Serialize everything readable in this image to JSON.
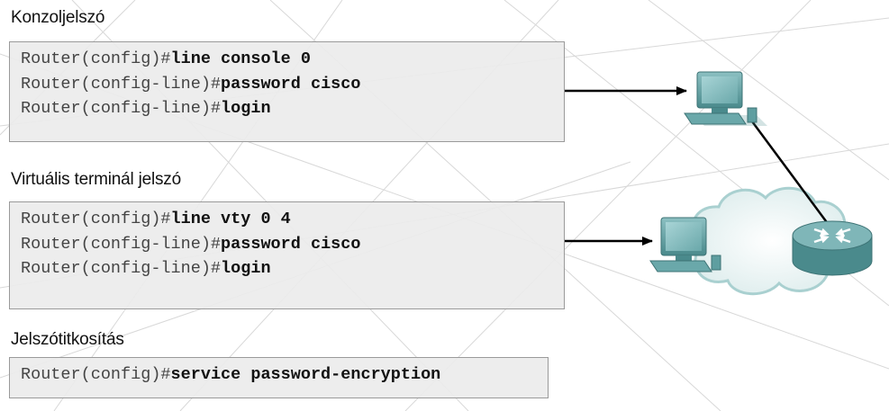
{
  "sections": [
    {
      "title": "Konzoljelszó",
      "lines": [
        {
          "prompt": "Router(config)#",
          "command": "line console 0"
        },
        {
          "prompt": "Router(config-line)#",
          "command": "password cisco"
        },
        {
          "prompt": "Router(config-line)#",
          "command": "login"
        }
      ]
    },
    {
      "title": "Virtuális terminál jelszó",
      "lines": [
        {
          "prompt": "Router(config)#",
          "command": "line vty 0 4"
        },
        {
          "prompt": "Router(config-line)#",
          "command": "password cisco"
        },
        {
          "prompt": "Router(config-line)#",
          "command": "login"
        }
      ]
    },
    {
      "title": "Jelszótitkosítás",
      "lines": [
        {
          "prompt": "Router(config)#",
          "command": "service password-encryption"
        }
      ]
    }
  ],
  "colors": {
    "device_teal": "#5e9ea0",
    "cloud_fill": "#eef6f6",
    "cloud_edge": "#a9d0d0",
    "box_fill": "#ececec",
    "box_border": "#9a9a9a"
  },
  "icons": [
    "console-pc-icon",
    "remote-pc-icon",
    "cloud-icon",
    "router-icon"
  ]
}
